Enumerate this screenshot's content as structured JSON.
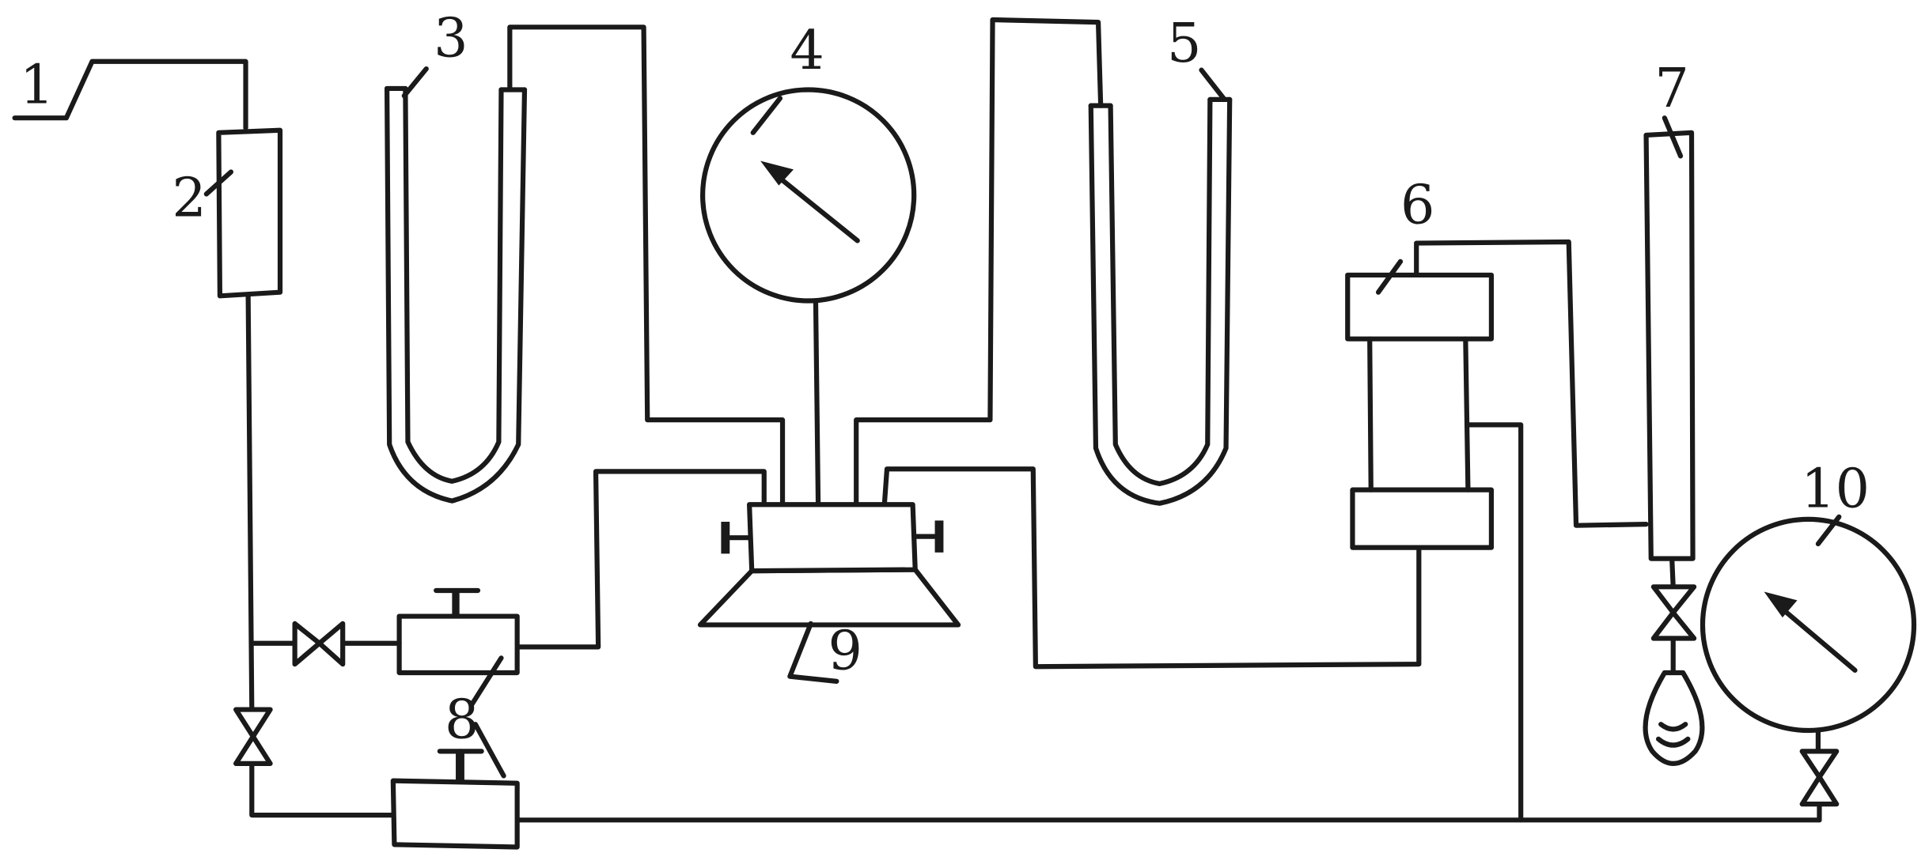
{
  "labels": [
    "1",
    "2",
    "3",
    "4",
    "5",
    "6",
    "7",
    "8",
    "8",
    "9",
    "10"
  ]
}
